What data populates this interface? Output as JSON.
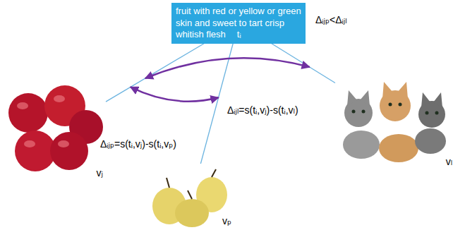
{
  "diagram": {
    "nodes": [
      {
        "text": [
          "fruit with red or yellow or green skin and sweet to tart crisp whitish flesh",
          "tᵢ"
        ]
      },
      {
        "text": [
          "vⱼ"
        ]
      },
      {
        "text": [
          "vₚ"
        ]
      },
      {
        "text": [
          "vₗ"
        ]
      }
    ],
    "edges": [
      {
        "from": 0,
        "to": 1,
        "arrow": "none"
      },
      {
        "from": 0,
        "to": 2,
        "arrow": "none"
      },
      {
        "from": 0,
        "to": 3,
        "arrow": "none"
      }
    ],
    "labels": [
      "Δᵢⱼₚ<Δᵢⱼₗ",
      "Δᵢⱼₗ=s(tᵢ,vⱼ)-s(tᵢ,vₗ)",
      "Δᵢⱼₚ=s(tᵢ,vⱼ)-s(tᵢ,vₚ)"
    ]
  }
}
